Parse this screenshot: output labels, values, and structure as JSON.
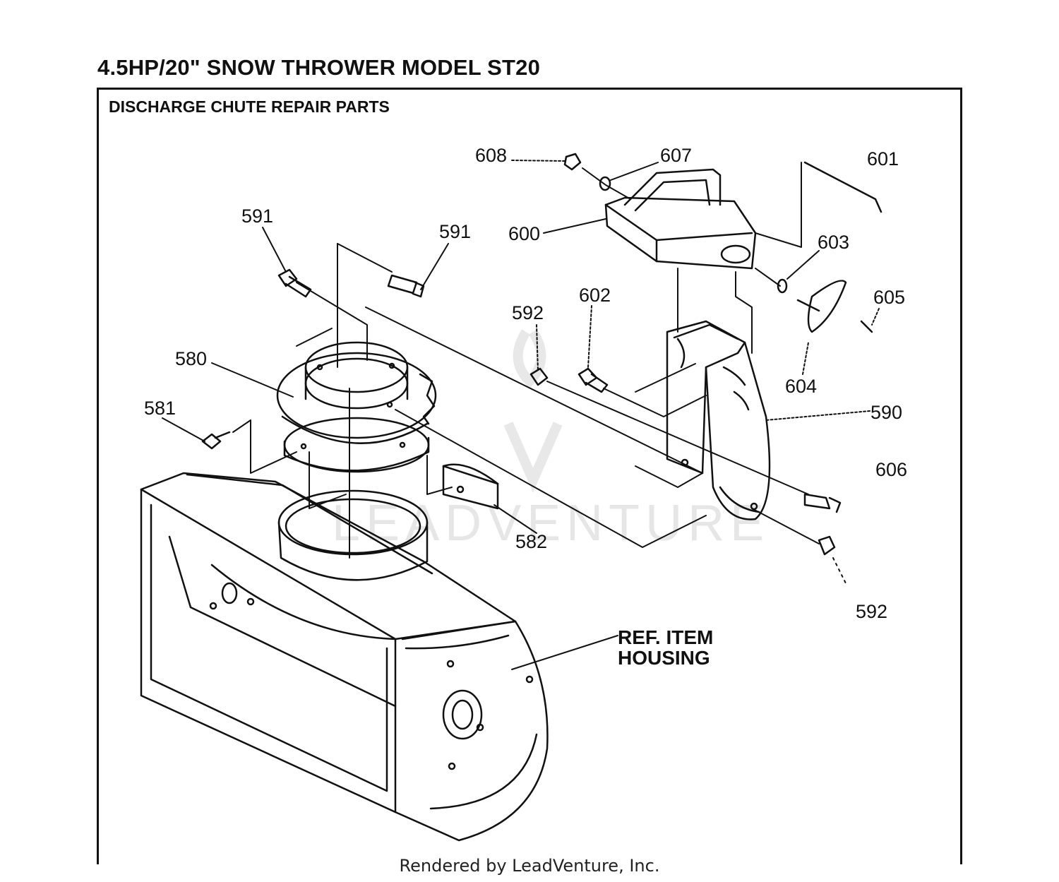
{
  "title": "4.5HP/20\" SNOW THROWER MODEL ST20",
  "subtitle": "DISCHARGE CHUTE REPAIR PARTS",
  "watermark": "LEADVENTURE",
  "footer": "Rendered by LeadVenture, Inc.",
  "reference_label": {
    "line1": "REF. ITEM",
    "line2": "HOUSING"
  },
  "callouts": {
    "p608": "608",
    "p607": "607",
    "p601": "601",
    "p591a": "591",
    "p591b": "591",
    "p600": "600",
    "p603": "603",
    "p602": "602",
    "p592a": "592",
    "p605": "605",
    "p580": "580",
    "p604": "604",
    "p581": "581",
    "p590": "590",
    "p606": "606",
    "p582": "582",
    "p592b": "592"
  }
}
